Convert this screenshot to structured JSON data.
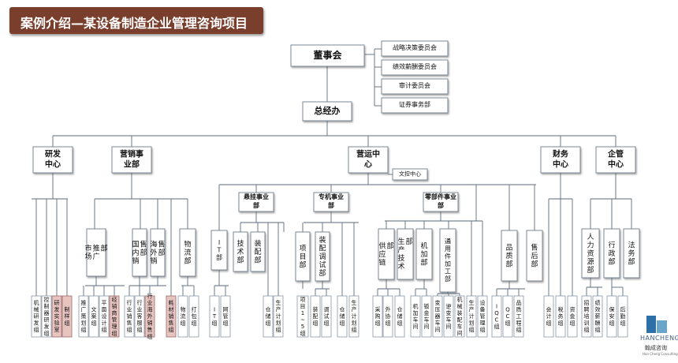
{
  "title": "案例介绍—某设备制造企业管理咨询项目",
  "logo": {
    "brand": "HANCHENG",
    "name_cn": "翰成咨询",
    "name_en": "Han Cheng Consulting"
  },
  "board": "董事会",
  "committees": [
    "战略决策委员会",
    "绩效薪酬委员会",
    "审计委员会",
    "证券事务部"
  ],
  "gm": "总经办",
  "divisions": [
    "研发中心",
    "营销事业部",
    "营运中心",
    "财务中心",
    "企管中心"
  ],
  "control_center": "文控中心",
  "ops_units": [
    "悬挂事业部",
    "专机事业部",
    "零部件事业部"
  ],
  "departments": {
    "marketing_promo": "市场推广部",
    "domestic_sales": "国内销售部",
    "overseas_sales": "海外销售部",
    "logistics": "物流部",
    "it": "IT部",
    "tech": "技术部",
    "assembly": "装配部",
    "project": "项目部",
    "assembly_debug": "装配调试部",
    "supply_chain": "供应链部",
    "production_tech": "生产技术部",
    "machining": "机加部",
    "general_parts": "通用件加工部",
    "quality": "品质部",
    "after_sales": "售后部",
    "hr": "人力资源部",
    "admin": "行政部",
    "legal": "法务部"
  },
  "groups": {
    "rd_mech": "机械研发组",
    "rd_ctrl": "控制器研发组",
    "rd_lab": "研发实验室",
    "rd_sample": "制样组",
    "mk_plan": "推广策划组",
    "mk_copy": "文案组",
    "mk_design": "平面设计组",
    "mk_dealer": "经销商管理组",
    "mk_sales": "行业销售组",
    "mk_cs": "行业客服组",
    "mk_overseas": "行业海外销售组",
    "mk_consumable": "耗材销售组",
    "mk_logistics": "物流组",
    "mk_pack": "打包组",
    "it_group": "IT组",
    "it_net": "网管组",
    "susp_store": "仓储组",
    "susp_plan": "生产计划组",
    "sp_project": "项目1~5组",
    "sp_assembly": "装配组",
    "sp_debug": "调试组",
    "sp_store": "仓储组",
    "sp_plan": "生产计划组",
    "pt_purchase": "采购组",
    "pt_outsource": "外协组",
    "pt_store": "仓储组",
    "pt_machining": "机加车间",
    "pt_sheet": "钣金车间",
    "pt_transformer": "变压器车间",
    "pt_reactor": "逆变车间",
    "pt_assembly": "机械装配车间",
    "pt_plan": "生产计划组",
    "pt_equipment": "设备管理组",
    "q_iqc": "IQC组",
    "q_qc": "QC组",
    "q_eng": "品质工程组",
    "f_accounting": "会计组",
    "f_tax": "税务组",
    "f_fund": "资金组",
    "hr_recruit": "招聘培训组",
    "hr_perf": "绩效薪酬组",
    "ad_security": "保安组",
    "ad_logistics": "后勤组"
  }
}
